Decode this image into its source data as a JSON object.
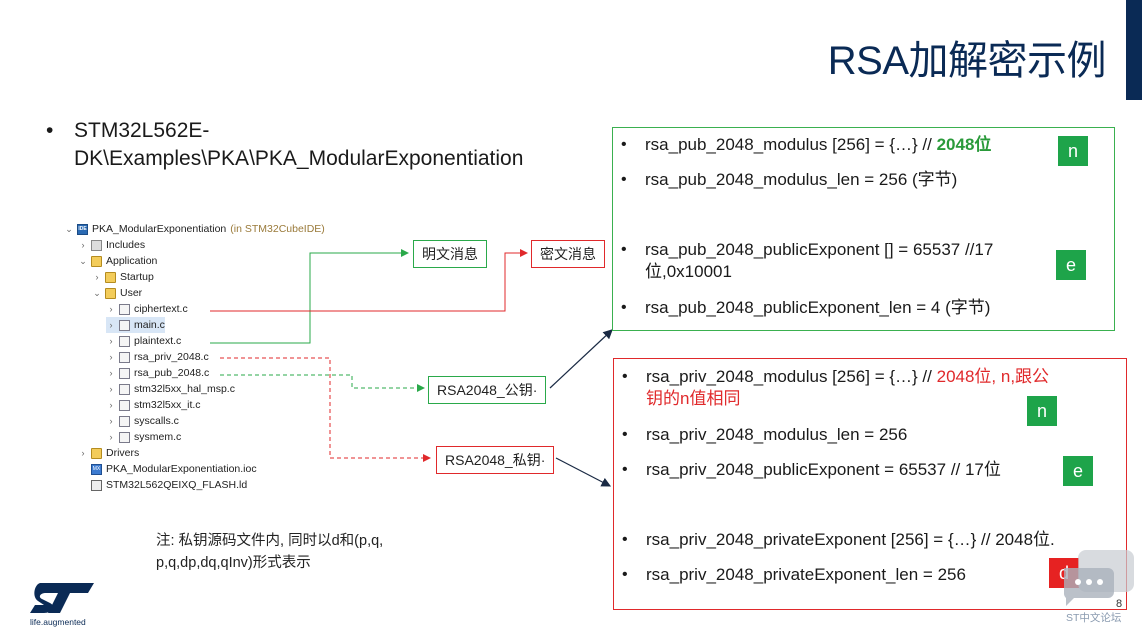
{
  "title": "RSA加解密示例",
  "main_bullet": "STM32L562E-DK\\Examples\\PKA\\PKA_ModularExponentiation",
  "tree": {
    "project": "PKA_ModularExponentiation",
    "project_suffix": "(in STM32CubeIDE)",
    "includes": "Includes",
    "application": "Application",
    "startup": "Startup",
    "user": "User",
    "files": [
      "ciphertext.c",
      "main.c",
      "plaintext.c",
      "rsa_priv_2048.c",
      "rsa_pub_2048.c",
      "stm32l5xx_hal_msp.c",
      "stm32l5xx_it.c",
      "syscalls.c",
      "sysmem.c"
    ],
    "drivers": "Drivers",
    "ioc": "PKA_ModularExponentiation.ioc",
    "ld": "STM32L562QEIXQ_FLASH.ld"
  },
  "tags": {
    "plaintext": "明文消息",
    "ciphertext": "密文消息",
    "pubkey": "RSA2048_公钥·",
    "privkey": "RSA2048_私钥·"
  },
  "pub": {
    "line1": "rsa_pub_2048_modulus [256] = {…}  // ",
    "line1_highlight": "2048位",
    "line2": "rsa_pub_2048_modulus_len = 256 (字节)",
    "line3a": "rsa_pub_2048_publicExponent [] = 65537 //17",
    "line3b": "位,0x10001",
    "line4": "rsa_pub_2048_publicExponent_len = 4 (字节)",
    "badge_n": "n",
    "badge_e": "e"
  },
  "priv": {
    "line1": "rsa_priv_2048_modulus [256] = {…} // ",
    "line1_highlight_a": "2048位, n,跟公",
    "line1_highlight_b": "钥的n值相同",
    "line2": "rsa_priv_2048_modulus_len = 256",
    "line3": "rsa_priv_2048_publicExponent = 65537  // 17位",
    "line4": "rsa_priv_2048_privateExponent [256] = {…} // 2048位.",
    "line5": "rsa_priv_2048_privateExponent_len = 256",
    "badge_n": "n",
    "badge_e": "e",
    "badge_d": "d"
  },
  "note": "注: 私钥源码文件内, 同时以d和(p,q, p,q,dp,dq,qInv)形式表示",
  "logo_tagline": "life.augmented",
  "page_number": "8",
  "forum": "ST中文论坛",
  "colors": {
    "navy": "#0a2a55",
    "green": "#1ea44a",
    "red": "#e62222"
  }
}
